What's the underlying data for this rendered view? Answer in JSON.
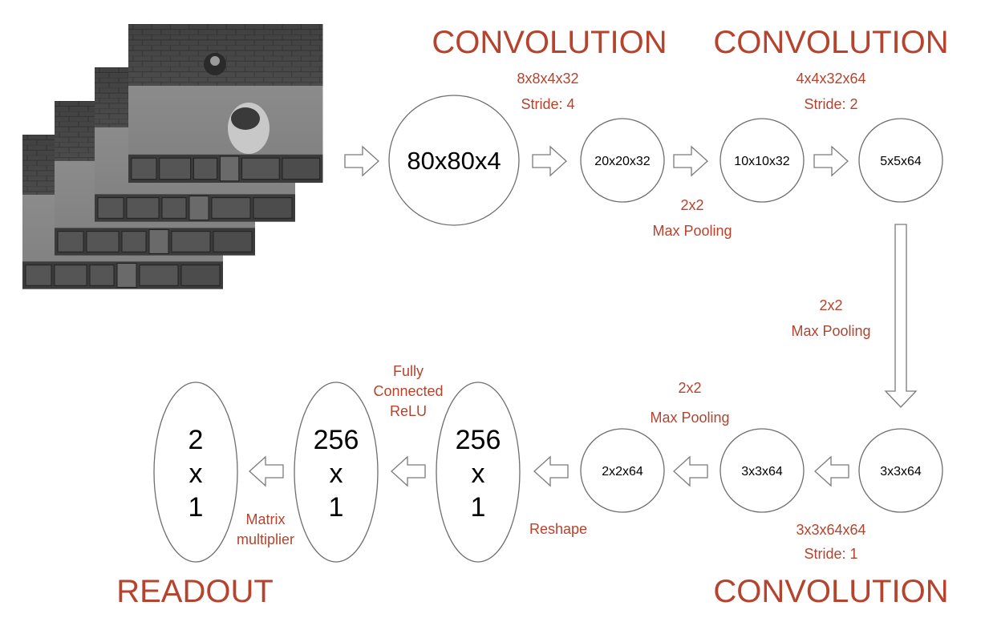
{
  "colors": {
    "accent": "#b5432d",
    "node_stroke": "#6e6e6e",
    "node_text": "#000000"
  },
  "images": {
    "game_frames": {
      "name": "game-frame-stack",
      "count": 4
    }
  },
  "titles": {
    "conv1": "CONVOLUTION",
    "conv2": "CONVOLUTION",
    "conv3": "CONVOLUTION",
    "readout": "READOUT"
  },
  "nodes": {
    "input": "80x80x4",
    "conv1_out": "20x20x32",
    "pool1_out": "10x10x32",
    "conv2_out": "5x5x64",
    "pool2_out": "3x3x64",
    "conv3_out": "3x3x64",
    "pool3_out": "2x2x64",
    "reshape": [
      "256",
      "x",
      "1"
    ],
    "fc": [
      "256",
      "x",
      "1"
    ],
    "readout": [
      "2",
      "x",
      "1"
    ]
  },
  "labels": {
    "conv1_kernel": "8x8x4x32",
    "conv1_stride": "Stride: 4",
    "conv2_kernel": "4x4x32x64",
    "conv2_stride": "Stride: 2",
    "pool1_size": "2x2",
    "pool1_type": "Max Pooling",
    "pool2_size": "2x2",
    "pool2_type": "Max Pooling",
    "pool3_size": "2x2",
    "pool3_type": "Max Pooling",
    "conv3_kernel": "3x3x64x64",
    "conv3_stride": "Stride: 1",
    "reshape": "Reshape",
    "fc_line1": "Fully",
    "fc_line2": "Connected",
    "fc_line3": "ReLU",
    "matrix_line1": "Matrix",
    "matrix_line2": "multiplier"
  }
}
